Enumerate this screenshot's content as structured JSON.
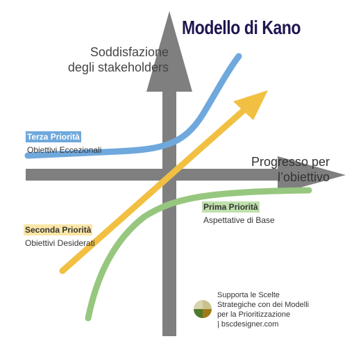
{
  "title": "Modello di Kano",
  "colors": {
    "title": "#1f1550",
    "axis": "#7f7f7f",
    "basic": "#97c77e",
    "performance": "#f1c042",
    "excitement": "#6fa8dc"
  },
  "axes": {
    "y_label_line1": "Soddisfazione",
    "y_label_line2": "degli stakeholders",
    "x_label_line1": "Progresso per",
    "x_label_line2": "l’obiettivo"
  },
  "categories": {
    "excitement": {
      "heading": "Terza Priorità",
      "subtitle": "Obiettivi Eccezionali",
      "heading_bg": "#6fa8dc",
      "heading_color": "#ffffff"
    },
    "performance": {
      "heading": "Seconda Priorità",
      "subtitle": "Obiettivi Desiderati",
      "heading_bg": "#fbe6a6",
      "heading_color": "#333333"
    },
    "basic": {
      "heading": "Prima Priorità",
      "subtitle": "Aspettative di Base",
      "heading_bg": "#bfe0ad",
      "heading_color": "#333333"
    }
  },
  "footer": {
    "line1": "Supporta le Scelte",
    "line2": "Strategiche con dei Modelli",
    "line3": "per la Prioritizzazione",
    "line4": "| bscdesigner.com"
  },
  "logo": {
    "icon": "bsc-designer-logo-icon",
    "colors": [
      "#d9d4b0",
      "#c9c28c",
      "#4f7a2e",
      "#a07a17"
    ]
  }
}
